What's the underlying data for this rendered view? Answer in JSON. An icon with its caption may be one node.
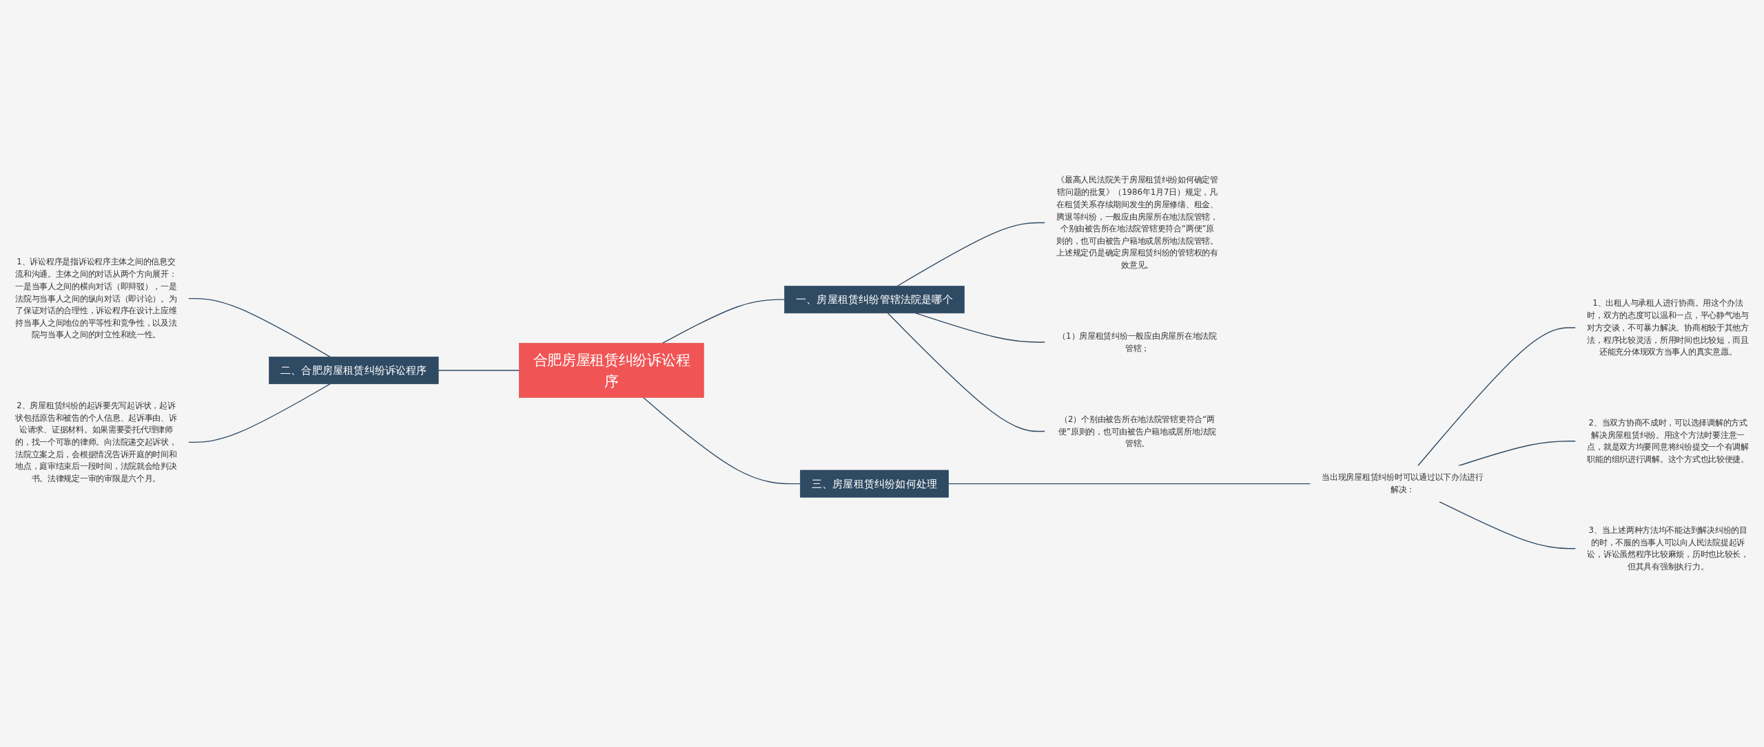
{
  "diagram": {
    "nodes": [
      {
        "text": [
          "合肥房屋租赁纠纷诉讼程序"
        ]
      },
      {
        "text": [
          "一、房屋租赁纠纷管辖法院是哪个"
        ]
      },
      {
        "text": [
          "《最高人民法院关于房屋租赁纠纷如何确定管辖问题的批复》（1986年1月7日）规定，凡在租赁关系存续期间发生的房屋修缮、租金、腾退等纠纷，一般应由房屋所在地法院管辖，个别由被告所在地法院管辖更符合“两便”原则的，也可由被告户籍地或居所地法院管辖。上述规定仍是确定房屋租赁纠纷的管辖权的有效意见。"
        ]
      },
      {
        "text": [
          "（1）房屋租赁纠纷一般应由房屋所在地法院管辖；"
        ]
      },
      {
        "text": [
          "（2）个别由被告所在地法院管辖更符合“两便”原则的，也可由被告户籍地或居所地法院管辖。"
        ]
      },
      {
        "text": [
          "二、合肥房屋租赁纠纷诉讼程序"
        ]
      },
      {
        "text": [
          "1、诉讼程序是指诉讼程序主体之间的信息交流和沟通。主体之间的对话从两个方向展开：一是当事人之间的横向对话（即辩驳），一是法院与当事人之间的纵向对话（即讨论）。为了保证对话的合理性，诉讼程序在设计上应维持当事人之间地位的平等性和竞争性，以及法院与当事人之间的对立性和统一性。"
        ]
      },
      {
        "text": [
          "2、房屋租赁纠纷的起诉要先写起诉状，起诉状包括原告和被告的个人信息、起诉事由、诉讼请求、证据材料。如果需要委托代理律师的，找一个可靠的律师。向法院递交起诉状，法院立案之后，会根据情况告诉开庭的时间和地点，庭审结束后一段时间，法院就会给判决书。法律规定一审的审限是六个月。"
        ]
      },
      {
        "text": [
          "三、房屋租赁纠纷如何处理"
        ]
      },
      {
        "text": [
          "当出现房屋租赁纠纷时可以通过以下办法进行解决："
        ]
      },
      {
        "text": [
          "1、出租人与承租人进行协商。用这个办法时，双方的态度可以温和一点，平心静气地与对方交谈，不可暴力解决。协商相较于其他方法，程序比较灵活，所用时间也比较短，而且还能充分体现双方当事人的真实意愿。"
        ]
      },
      {
        "text": [
          "2、当双方协商不成时，可以选择调解的方式解决房屋租赁纠纷。用这个方法时要注意一点，就是双方均要同意将纠纷提交一个有调解职能的组织进行调解。这个方式也比较便捷。"
        ]
      },
      {
        "text": [
          "3、当上述两种方法均不能达到解决纠纷的目的时，不服的当事人可以向人民法院提起诉讼，诉讼虽然程序比较麻烦，历时也比较长，但其具有强制执行力。"
        ]
      }
    ],
    "edges": [
      {
        "from": 0,
        "to": 1,
        "arrow": "none"
      },
      {
        "from": 1,
        "to": 2,
        "arrow": "none"
      },
      {
        "from": 1,
        "to": 3,
        "arrow": "none"
      },
      {
        "from": 1,
        "to": 4,
        "arrow": "none"
      },
      {
        "from": 6,
        "to": 5,
        "arrow": "none"
      },
      {
        "from": 7,
        "to": 5,
        "arrow": "none"
      },
      {
        "from": 5,
        "to": 0,
        "arrow": "none"
      },
      {
        "from": 0,
        "to": 8,
        "arrow": "none"
      },
      {
        "from": 8,
        "to": 9,
        "arrow": "none"
      },
      {
        "from": 9,
        "to": 10,
        "arrow": "none"
      },
      {
        "from": 9,
        "to": 11,
        "arrow": "none"
      },
      {
        "from": 9,
        "to": 12,
        "arrow": "none"
      }
    ]
  }
}
